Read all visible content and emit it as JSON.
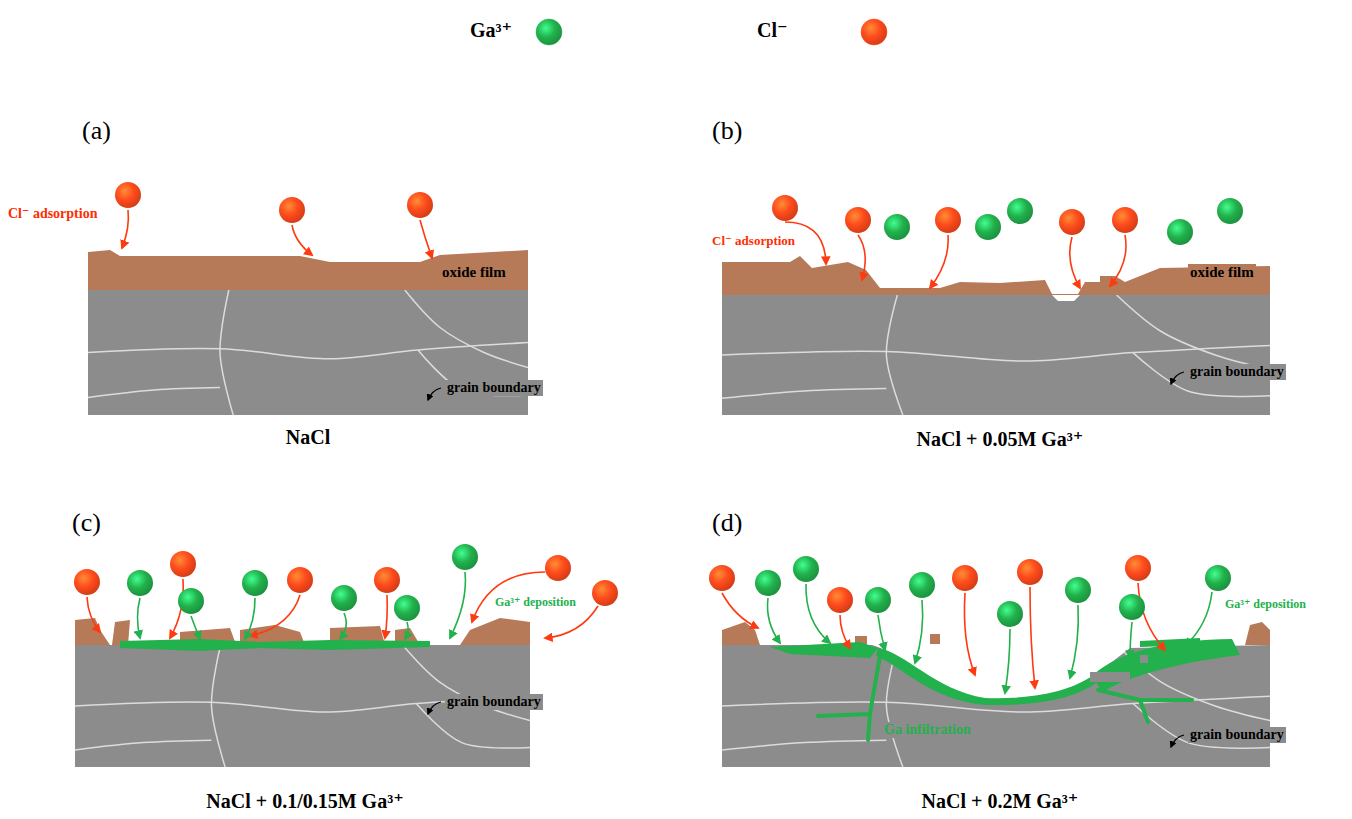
{
  "diagram": {
    "labels": [
      "(a)",
      "Cl⁻ adsorption",
      "oxide film",
      "grain boundary",
      "NaCl",
      "(b)",
      "Cl⁻ adsorption",
      "oxide film",
      "grain boundary",
      "NaCl + 0.05M Ga³⁺",
      "(c)",
      "Ga³⁺ deposition",
      "grain boundary",
      "NaCl + 0.1/0.15M Ga³⁺",
      "(d)",
      "Ga infiltration",
      "Ga³⁺ deposition",
      "grain boundary",
      "NaCl + 0.2M Ga³⁺"
    ],
    "legend": [
      {
        "text": "Ga³⁺",
        "color": "#22b14c"
      },
      {
        "text": "Cl⁻",
        "color": "#ff4a1c"
      }
    ]
  }
}
